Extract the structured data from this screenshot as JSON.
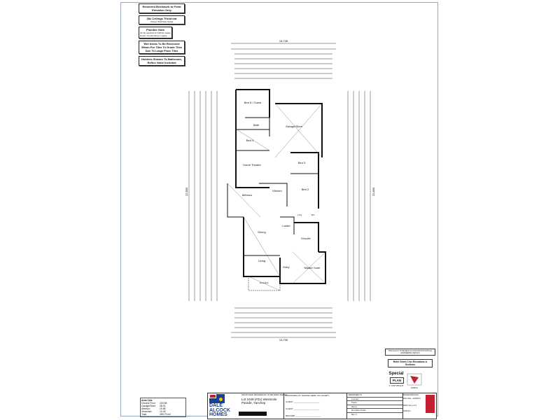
{
  "notes": [
    {
      "title": "Rendered Brickwork to Front Elevation Only"
    },
    {
      "title": "28c Ceilings Throu'out",
      "sub": "Unless Otherwise Noted"
    },
    {
      "title": "Plumber Note",
      "sub": "All 4ly required for 100mm waste layout. No plumbing in space"
    },
    {
      "title": "Wet Areas To Be Recessed 55mm For Tiles To Grade Tiles Due To Large Floor Tiles"
    },
    {
      "title": "Hobless Shower To Bathroom, Reflux Valve Included"
    }
  ],
  "plan": {
    "rooms": [
      "Bed 5 / Guest",
      "Bath",
      "Garage/Store",
      "Bed 4",
      "Home Theatre",
      "Bed 3",
      "Bed 2",
      "Alfresco",
      "Kitchen",
      "Dining",
      "Living",
      "Larder",
      "Ensuite",
      "Entry",
      "Master Suite",
      "Verandah",
      "L'dry",
      "WC"
    ],
    "dimensions": {
      "top_overall": "15,745",
      "bottom_overall": "13,730",
      "left_overall": "22,850",
      "right_overall": "22,850"
    }
  },
  "right_notes": {
    "small_note": "THIS PLAN IS TO BE READ IN CONJUNCTION WITH ALL ENGINEERING DETAILS",
    "refer": "Refer Sheet 2 for Elevations & Sections",
    "special": "Special",
    "plan_badge": "PLAN",
    "copyright": "© COPYRIGHT",
    "north": "NORTH"
  },
  "area_calc": {
    "title": "Area Calc",
    "rows": [
      [
        "Ground Floor",
        "220.58"
      ],
      [
        "Garage/Store",
        "38.91"
      ],
      [
        "Alfresco",
        "19.85"
      ],
      [
        "Verandah",
        "10.45"
      ],
      [
        "Total",
        "289.79 m2"
      ]
    ]
  },
  "title_block": {
    "brand": "DALE ALCOCK HOMES",
    "proposed": "PROPOSED RESIDENCE TO BE ERECTED ON",
    "address": "Lot 1049 (#21) Westmole Parade, Yanchep",
    "signatures_title": "SIGNATURES: BY SIGNING HERE YOU ACCEPT",
    "client1": "CLIENT",
    "client2": "CLIENT",
    "builder": "BUILDER",
    "amendments_title": "AMENDMENTS",
    "amendments": [
      "Contract",
      "Prelim",
      "Rev A",
      "Rev B Re-Prelim",
      "Rev C"
    ],
    "drawn_title": "DRAWN/DESIGN",
    "drawn": "DW-JGH - 22/05/24",
    "dwg": "DWG No 1 of 3",
    "job": "JOB NO."
  },
  "colors": {
    "brand": "#1b3f8f",
    "accent": "#c3202f",
    "border": "#9aa9c8"
  }
}
